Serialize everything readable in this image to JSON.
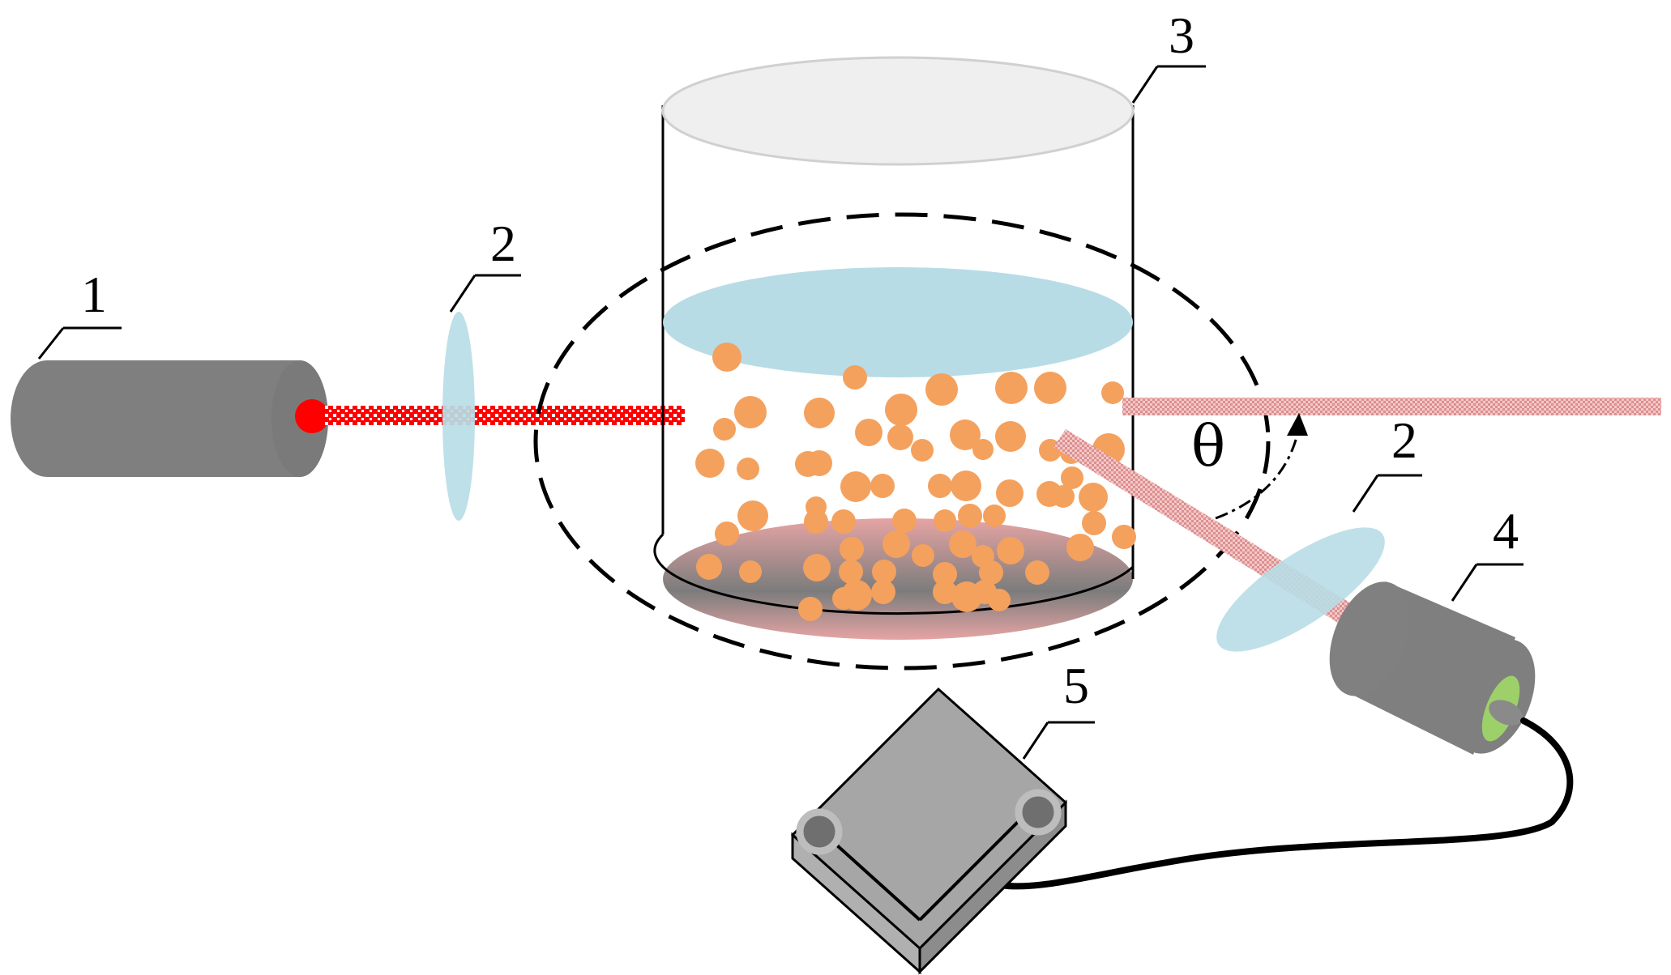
{
  "labels": {
    "laser": "1",
    "lens_incident": "2",
    "container": "3",
    "detector": "4",
    "controller": "5",
    "lens_scattered": "2",
    "angle": "θ"
  },
  "colors": {
    "device_gray": "#7f7f7f",
    "lens_blue": "#b8dde6",
    "liquid_blue": "#b7dce6",
    "particle_orange": "#f4a15e",
    "laser_red": "#ff0000",
    "scattered_pink": "#e8a1a1",
    "connector_green": "#9ed06a",
    "controller_gray": "#a6a6a6"
  },
  "icons": [
    "laser-icon",
    "lens-icon",
    "container-icon",
    "detector-icon",
    "controller-icon"
  ]
}
